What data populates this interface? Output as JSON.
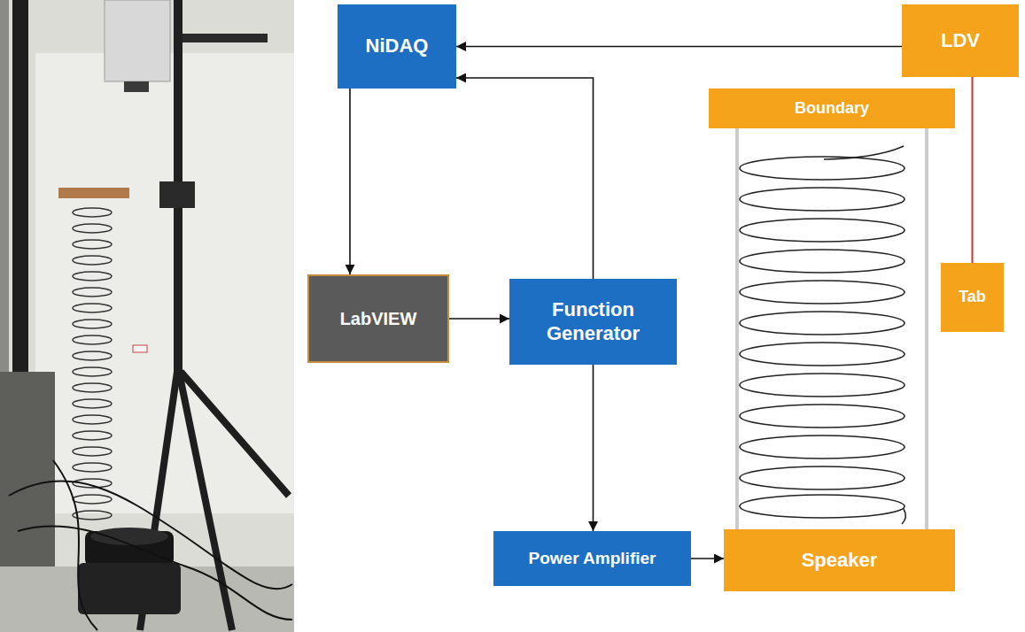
{
  "diagram": {
    "nodes": [
      {
        "text": [
          "NiDAQ"
        ]
      },
      {
        "text": [
          "LDV"
        ]
      },
      {
        "text": [
          "Boundary"
        ]
      },
      {
        "text": [
          "LabVIEW"
        ]
      },
      {
        "text": [
          "Function Generator"
        ]
      },
      {
        "text": [
          "Tab"
        ]
      },
      {
        "text": [
          "Power Amplifier"
        ]
      },
      {
        "text": [
          "Speaker"
        ]
      }
    ],
    "edges": [
      {
        "from": 1,
        "to": 0,
        "arrow": "to"
      },
      {
        "from": 0,
        "to": 3,
        "arrow": "to"
      },
      {
        "from": 3,
        "to": 4,
        "arrow": "to"
      },
      {
        "from": 4,
        "to": 0,
        "arrow": "to"
      },
      {
        "from": 4,
        "to": 6,
        "arrow": "to"
      },
      {
        "from": 6,
        "to": 7,
        "arrow": "to"
      },
      {
        "from": 1,
        "to": 5,
        "arrow": "none"
      }
    ]
  }
}
